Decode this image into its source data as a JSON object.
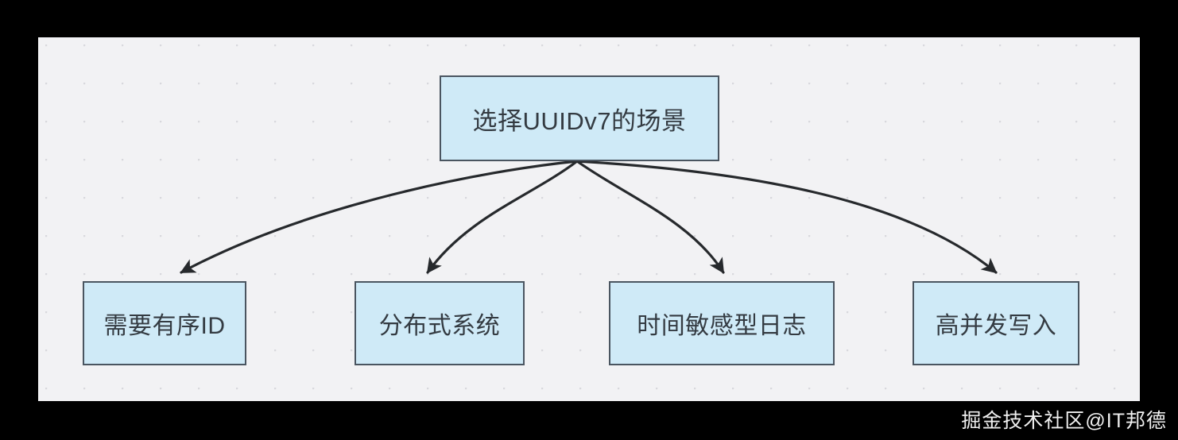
{
  "diagram": {
    "root": {
      "label": "选择UUIDv7的场景"
    },
    "children": [
      {
        "label": "需要有序ID"
      },
      {
        "label": "分布式系统"
      },
      {
        "label": "时间敏感型日志"
      },
      {
        "label": "高并发写入"
      }
    ],
    "colors": {
      "node_fill": "#cfeaf7",
      "node_border": "#4a5560",
      "node_text": "#343b42",
      "canvas_background": "#f2f2f4",
      "grid_dot": "#d8d8dd",
      "connector_stroke": "#26292c",
      "outer_background": "#000000"
    },
    "connector_paths": [
      "M 678 156 C 560 168, 340 210, 180 296",
      "M 678 156 C 620 200, 540 226, 490 296",
      "M 678 156 C 740 200, 820 230, 862 296",
      "M 678 156 C 880 168, 1090 200, 1205 296"
    ]
  },
  "watermark": {
    "text": "掘金技术社区@IT邦德"
  }
}
